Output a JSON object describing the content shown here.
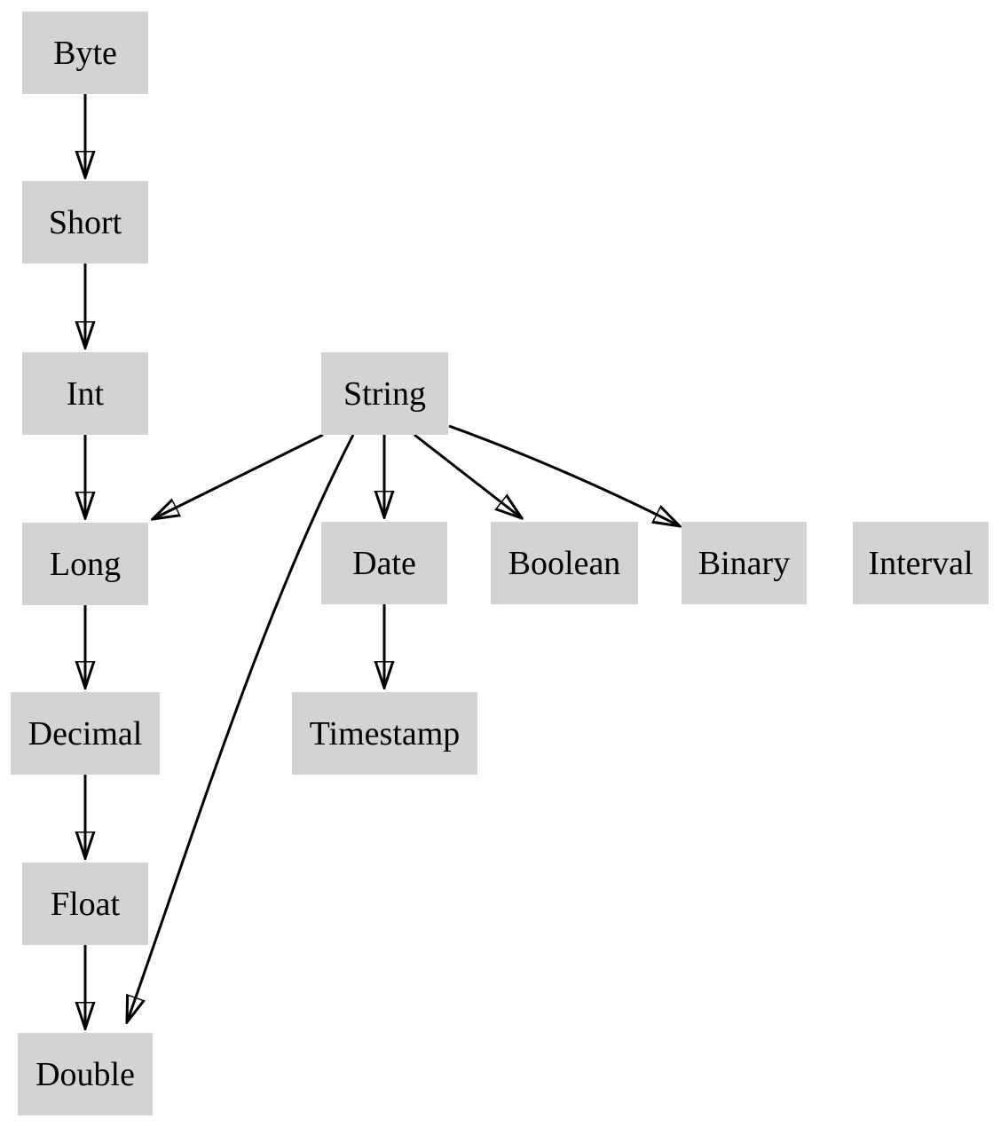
{
  "diagram": {
    "background_color": "#ffffff",
    "node_fill_color": "#d3d3d3",
    "edge_color": "#000000",
    "text_color": "#000000",
    "nodes": [
      {
        "id": "byte",
        "label": "Byte"
      },
      {
        "id": "short",
        "label": "Short"
      },
      {
        "id": "int",
        "label": "Int"
      },
      {
        "id": "string",
        "label": "String"
      },
      {
        "id": "long",
        "label": "Long"
      },
      {
        "id": "date",
        "label": "Date"
      },
      {
        "id": "boolean",
        "label": "Boolean"
      },
      {
        "id": "binary",
        "label": "Binary"
      },
      {
        "id": "interval",
        "label": "Interval"
      },
      {
        "id": "decimal",
        "label": "Decimal"
      },
      {
        "id": "timestamp",
        "label": "Timestamp"
      },
      {
        "id": "float",
        "label": "Float"
      },
      {
        "id": "double",
        "label": "Double"
      }
    ],
    "edges": [
      {
        "from": "Byte",
        "to": "Short"
      },
      {
        "from": "Short",
        "to": "Int"
      },
      {
        "from": "Int",
        "to": "Long"
      },
      {
        "from": "Long",
        "to": "Decimal"
      },
      {
        "from": "Decimal",
        "to": "Float"
      },
      {
        "from": "Float",
        "to": "Double"
      },
      {
        "from": "String",
        "to": "Long"
      },
      {
        "from": "String",
        "to": "Date"
      },
      {
        "from": "String",
        "to": "Boolean"
      },
      {
        "from": "String",
        "to": "Binary"
      },
      {
        "from": "String",
        "to": "Double"
      },
      {
        "from": "Date",
        "to": "Timestamp"
      }
    ]
  }
}
